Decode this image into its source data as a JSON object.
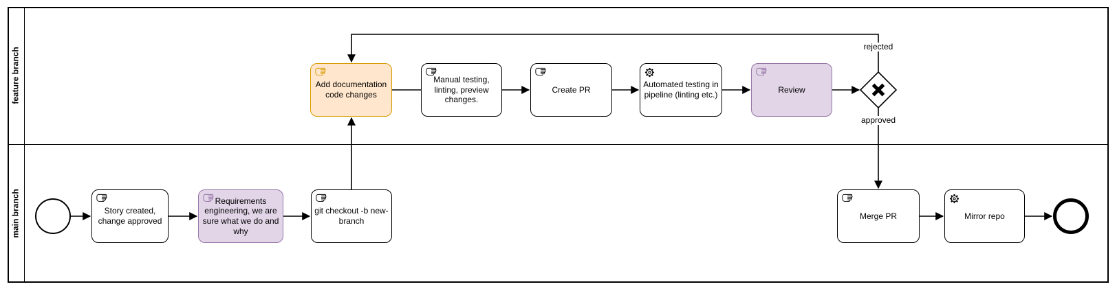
{
  "diagram": {
    "type": "bpmn-swimlane-flowchart",
    "lanes": [
      {
        "label": "feature branch"
      },
      {
        "label": "main branch"
      }
    ],
    "nodes": {
      "start_event": {
        "shape": "start-event-circle"
      },
      "story": {
        "label": "Story created, change approved",
        "icon": "hand-icon",
        "fill": "white"
      },
      "requirements": {
        "label": "Requirements engineering, we are sure what we do and why",
        "icon": "hand-icon",
        "fill": "purple"
      },
      "git_checkout": {
        "label": "git checkout -b new-branch",
        "icon": "hand-icon",
        "fill": "white"
      },
      "add_doc": {
        "label": "Add documentation code changes",
        "icon": "hand-icon",
        "fill": "orange"
      },
      "manual_testing": {
        "label": "Manual testing, linting, preview changes.",
        "icon": "hand-icon",
        "fill": "white"
      },
      "create_pr": {
        "label": "Create PR",
        "icon": "hand-icon",
        "fill": "white"
      },
      "auto_testing": {
        "label": "Automated testing in pipeline (linting etc.)",
        "icon": "gear-icon",
        "fill": "white"
      },
      "review": {
        "label": "Review",
        "icon": "hand-icon",
        "fill": "purple"
      },
      "gateway": {
        "shape": "exclusive-gateway-x"
      },
      "merge_pr": {
        "label": "Merge PR",
        "icon": "hand-icon",
        "fill": "white"
      },
      "mirror_repo": {
        "label": "Mirror repo",
        "icon": "gear-icon",
        "fill": "white"
      },
      "end_event": {
        "shape": "end-event-thick-circle"
      }
    },
    "edge_labels": {
      "rejected": "rejected",
      "approved": "approved"
    },
    "colors": {
      "purple-fill": "#E1D5E7",
      "purple-stroke": "#9673A6",
      "orange-fill": "#FFE6CC",
      "orange-stroke": "#D79B00",
      "line": "#000000"
    }
  }
}
